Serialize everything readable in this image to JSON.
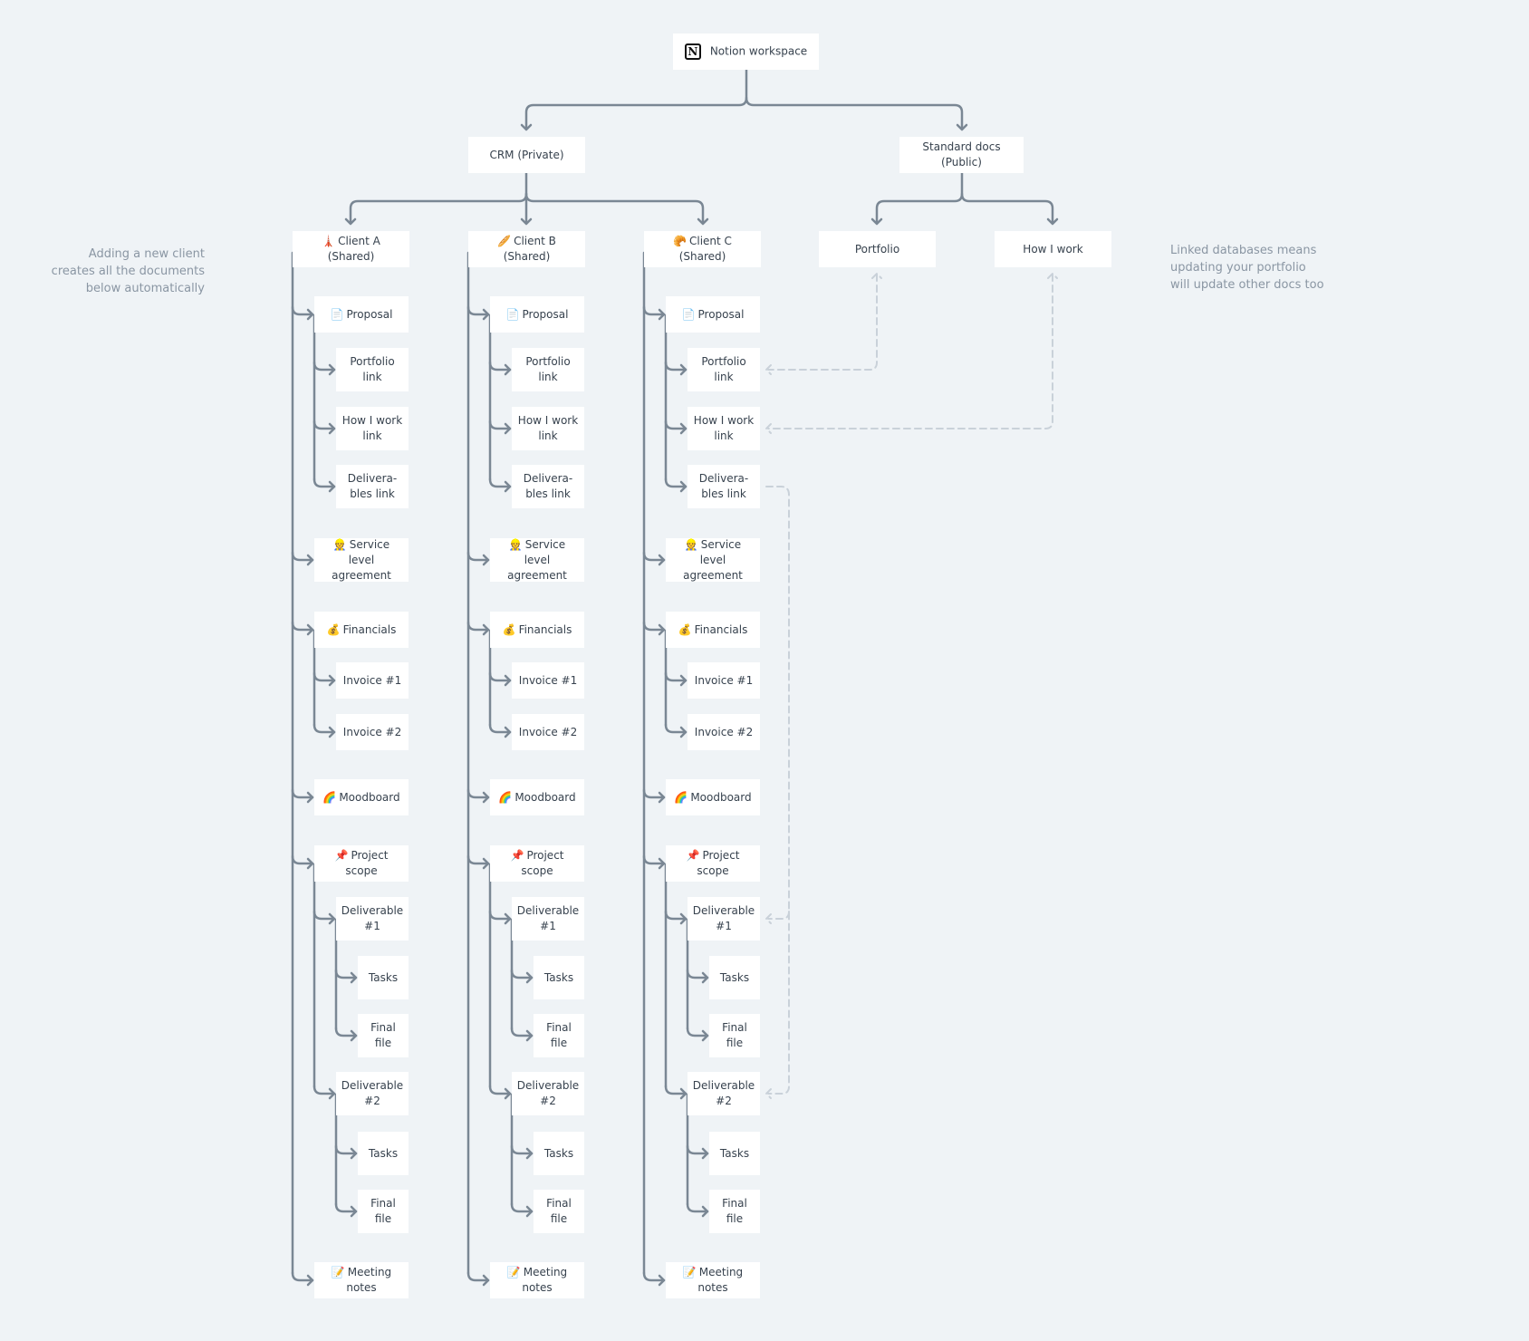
{
  "root": {
    "label": "Notion workspace",
    "icon": "notion-logo-icon"
  },
  "branches": [
    {
      "label": "CRM (Private)"
    },
    {
      "label": "Standard docs (Public)"
    }
  ],
  "standard_docs": [
    {
      "label": "Portfolio"
    },
    {
      "label": "How I work"
    }
  ],
  "clients": [
    {
      "label": "Client A (Shared)",
      "emoji": "🗼",
      "emoji_name": "tower-icon"
    },
    {
      "label": "Client B (Shared)",
      "emoji": "🥖",
      "emoji_name": "baguette-icon"
    },
    {
      "label": "Client C (Shared)",
      "emoji": "🥐",
      "emoji_name": "croissant-icon"
    }
  ],
  "client_docs": {
    "proposal": {
      "label": "Proposal",
      "emoji": "📄",
      "emoji_name": "page-icon"
    },
    "portfolio_link": {
      "label": "Portfolio link"
    },
    "how_i_work_link": {
      "label": "How I work link"
    },
    "deliverables_link": {
      "label": "Delivera-bles link"
    },
    "sla": {
      "label": "Service level agreement",
      "emoji": "👷",
      "emoji_name": "worker-icon"
    },
    "financials": {
      "label": "Financials",
      "emoji": "💰",
      "emoji_name": "money-bag-icon"
    },
    "invoice_1": {
      "label": "Invoice #1"
    },
    "invoice_2": {
      "label": "Invoice #2"
    },
    "moodboard": {
      "label": "Moodboard",
      "emoji": "🌈",
      "emoji_name": "rainbow-icon"
    },
    "project_scope": {
      "label": "Project scope",
      "emoji": "📌",
      "emoji_name": "pushpin-icon"
    },
    "deliverable_1": {
      "label": "Deliverable #1"
    },
    "deliverable_2": {
      "label": "Deliverable #2"
    },
    "tasks": {
      "label": "Tasks"
    },
    "final_file": {
      "label": "Final file"
    },
    "meeting_notes": {
      "label": "Meeting notes",
      "emoji": "📝",
      "emoji_name": "memo-icon"
    }
  },
  "notes": {
    "left": "Adding a new client\ncreates all the documents\nbelow automatically",
    "right": "Linked databases means\nupdating your portfolio\nwill update other docs too"
  },
  "colors": {
    "background": "#eff3f6",
    "connector": "#7a8794",
    "link_dashed": "#c9d1d9",
    "note_text": "#8a96a3"
  }
}
